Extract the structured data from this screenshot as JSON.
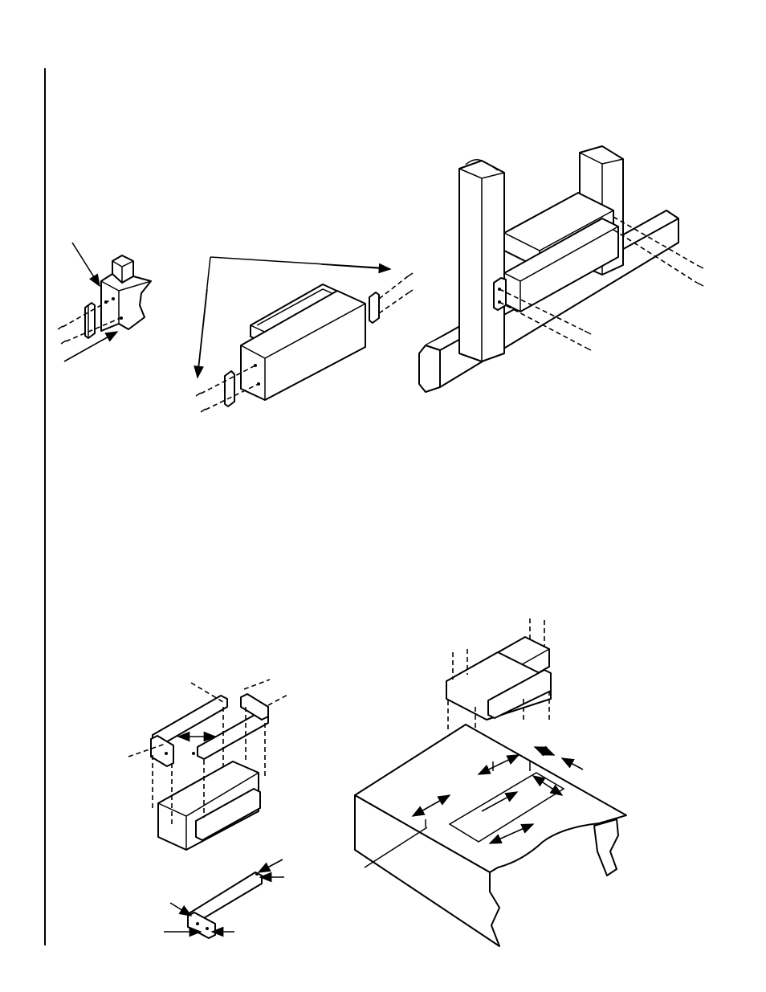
{
  "page": {
    "background": "#ffffff",
    "line_color": "#000000"
  },
  "figures": [
    {
      "id": "corner-post-bracket",
      "icon": "post-bracket-icon"
    },
    {
      "id": "duct-section-brackets",
      "icon": "duct-bracket-icon"
    },
    {
      "id": "duct-installed-between-studs",
      "icon": "stud-duct-icon"
    },
    {
      "id": "duct-rail-assembly",
      "icon": "rail-duct-icon"
    },
    {
      "id": "single-rail-bracket",
      "icon": "rail-bracket-icon"
    },
    {
      "id": "duct-over-hearth-cutout",
      "icon": "hearth-cutout-icon"
    }
  ]
}
